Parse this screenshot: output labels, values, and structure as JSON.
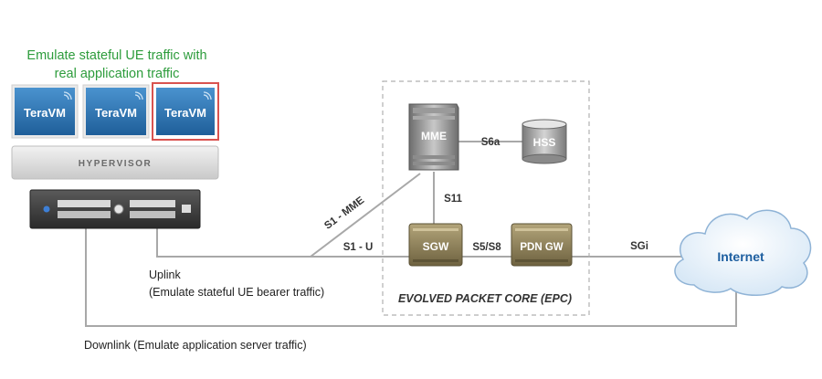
{
  "header": {
    "line1": "Emulate stateful UE traffic with",
    "line2": "real application traffic"
  },
  "vms": [
    "TeraVM",
    "TeraVM",
    "TeraVM"
  ],
  "hypervisor_label": "HYPERVISOR",
  "epc": {
    "title": "EVOLVED PACKET CORE (EPC)",
    "nodes": {
      "mme": "MME",
      "hss": "HSS",
      "sgw": "SGW",
      "pdn_gw": "PDN GW"
    }
  },
  "internet_label": "Internet",
  "interfaces": {
    "s6a": "S6a",
    "s11": "S11",
    "s5s8": "S5/S8",
    "sgi": "SGi",
    "s1_mme": "S1 - MME",
    "s1_u": "S1 - U"
  },
  "labels": {
    "uplink_line1": "Uplink",
    "uplink_line2": "(Emulate stateful UE bearer traffic)",
    "downlink": "Downlink (Emulate application server traffic)"
  },
  "colors": {
    "header_green": "#2d9c3c",
    "vm_blue": "#2b78b8",
    "selected_vm_border": "#d9534f",
    "internet_text": "#1e5fa0",
    "gateway_gold": "#8a7c55",
    "line_gray": "#a8a8a8"
  }
}
